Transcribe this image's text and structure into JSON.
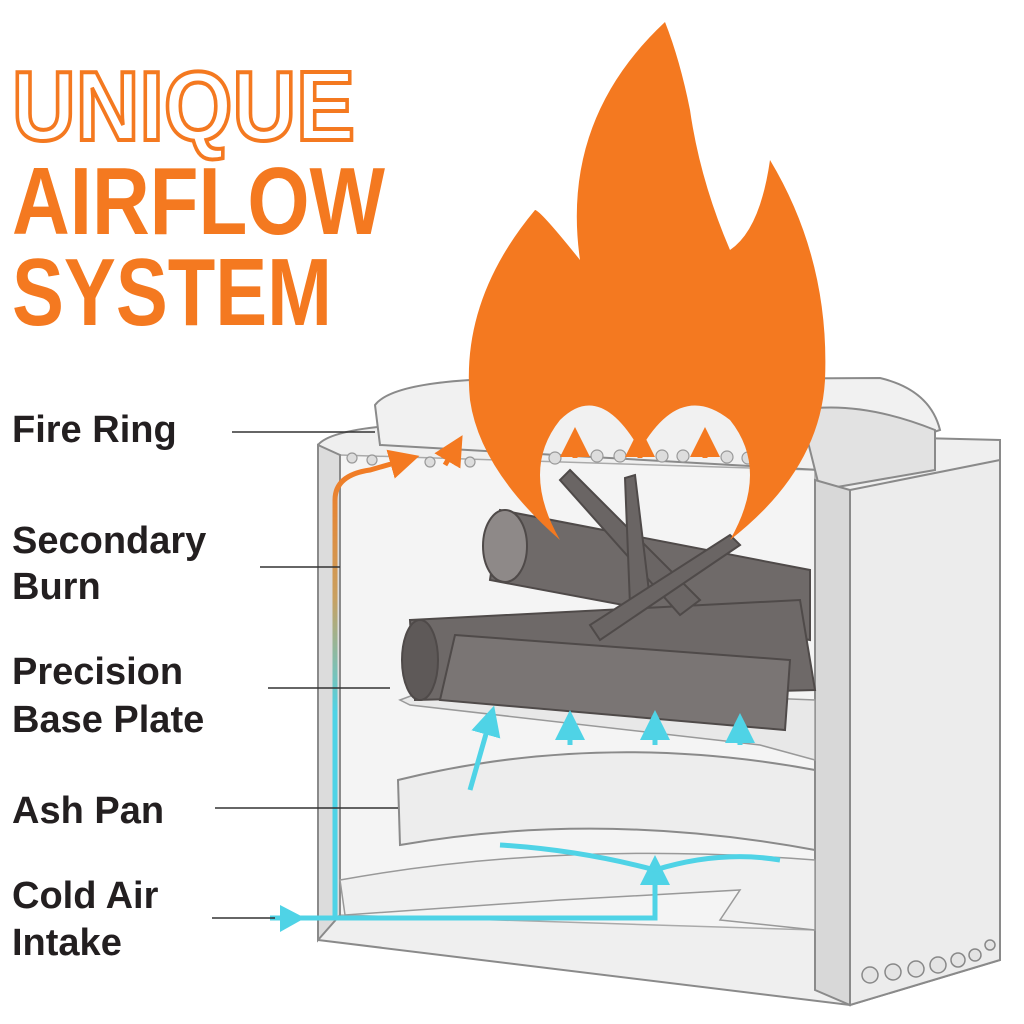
{
  "title": {
    "line1": "UNIQUE",
    "line2": "AIRFLOW",
    "line3": "SYSTEM"
  },
  "labels": {
    "fire_ring": "Fire Ring",
    "secondary_burn_1": "Secondary",
    "secondary_burn_2": "Burn",
    "base_plate_1": "Precision",
    "base_plate_2": "Base Plate",
    "ash_pan": "Ash Pan",
    "cold_air_1": "Cold Air",
    "cold_air_2": "Intake"
  },
  "colors": {
    "flame": "#f47920",
    "cold_air": "#4fd3e6",
    "steel": "#e6e6e6",
    "log": "#7d7877",
    "text": "#231f20"
  }
}
